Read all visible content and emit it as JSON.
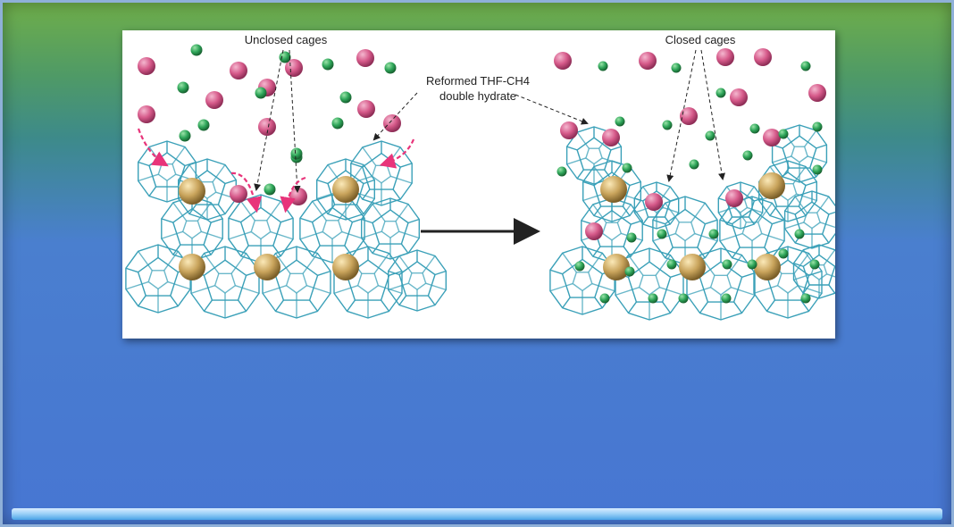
{
  "labels": {
    "unclosed": "Unclosed cages",
    "reformed_line1": "Reformed THF-CH4",
    "reformed_line2": "double hydrate",
    "closed": "Closed cages"
  },
  "colors": {
    "cage": "#3aa0b8",
    "pink_molecule": "#d65a8a",
    "green_molecule": "#2fa65a",
    "gold_molecule": "#c9a45c",
    "pink_arrow": "#e8347a",
    "dark_arrow": "#222222"
  }
}
